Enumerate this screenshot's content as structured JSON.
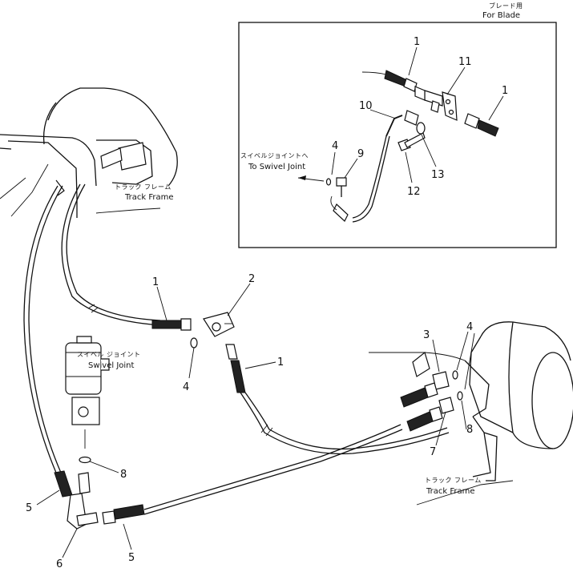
{
  "inset": {
    "title_jp": "ブレード用",
    "title_en": "For Blade"
  },
  "labels": {
    "track_frame_left_jp": "トラック フレーム",
    "track_frame_left_en": "Track Frame",
    "track_frame_right_jp": "トラック フレーム",
    "track_frame_right_en": "Track Frame",
    "swivel_joint_jp": "スイベル ジョイント",
    "swivel_joint_en": "Swivel Joint",
    "to_swivel_jp": "スイベルジョイントへ",
    "to_swivel_en": "To Swivel Joint"
  },
  "callouts": {
    "inset_1a": "1",
    "inset_11": "11",
    "inset_1b": "1",
    "inset_10": "10",
    "inset_4": "4",
    "inset_9": "9",
    "inset_12": "12",
    "inset_13": "13",
    "main_1a": "1",
    "main_2": "2",
    "main_4a": "4",
    "main_1b": "1",
    "main_3": "3",
    "main_4b": "4",
    "main_8a": "8",
    "main_7": "7",
    "main_8b": "8",
    "main_5a": "5",
    "main_6": "6",
    "main_5b": "5"
  }
}
